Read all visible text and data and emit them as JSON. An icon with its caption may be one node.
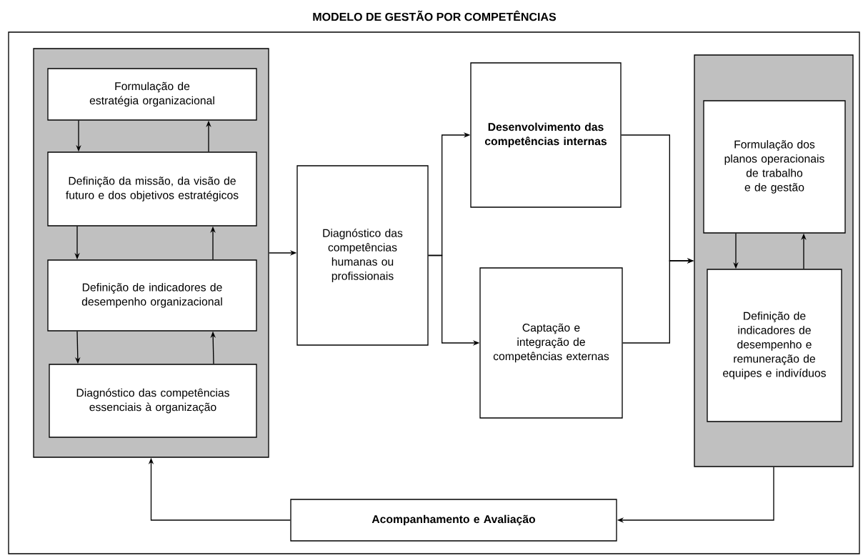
{
  "diagram": {
    "title": "MODELO DE GESTÃO POR COMPETÊNCIAS",
    "nodes": [
      {
        "text": [],
        "shape": "box"
      },
      {
        "text": [
          "Formulação de estratégia organizacional"
        ],
        "in": 0
      },
      {
        "text": [
          "Definição da missão, da visão de futuro e dos objetivos estratégicos"
        ],
        "in": 0
      },
      {
        "text": [
          "Definição de indicadores de desempenho organizacional"
        ],
        "in": 0
      },
      {
        "text": [
          "Diagnóstico das competências essenciais à organização"
        ],
        "in": 0
      },
      {
        "text": [
          "Diagnóstico das competências humanas ou profissionais"
        ]
      },
      {
        "text": [
          "Desenvolvimento das competências internas"
        ]
      },
      {
        "text": [
          "Captação e integração de competências externas"
        ]
      },
      {
        "text": [],
        "shape": "box"
      },
      {
        "text": [
          "Formulação dos planos operacionais de trabalho e de gestão"
        ],
        "in": 8
      },
      {
        "text": [
          "Definição de indicadores de desempenho e remuneração de equipes e indivíduos"
        ],
        "in": 8
      },
      {
        "text": [
          "Acompanhamento e Avaliação"
        ]
      }
    ],
    "edges": [
      {
        "from": 1,
        "to": 2,
        "arrow": "to"
      },
      {
        "from": 2,
        "to": 1,
        "arrow": "to"
      },
      {
        "from": 2,
        "to": 3,
        "arrow": "to"
      },
      {
        "from": 3,
        "to": 2,
        "arrow": "to"
      },
      {
        "from": 3,
        "to": 4,
        "arrow": "to"
      },
      {
        "from": 4,
        "to": 3,
        "arrow": "to"
      },
      {
        "from": 0,
        "to": 5,
        "arrow": "to"
      },
      {
        "from": 5,
        "to": 6,
        "arrow": "to"
      },
      {
        "from": 5,
        "to": 7,
        "arrow": "to"
      },
      {
        "from": 6,
        "to": 8,
        "arrow": "to"
      },
      {
        "from": 7,
        "to": 8,
        "arrow": "to"
      },
      {
        "from": 9,
        "to": 10,
        "arrow": "to"
      },
      {
        "from": 10,
        "to": 9,
        "arrow": "to"
      },
      {
        "from": 8,
        "to": 11,
        "arrow": "to"
      },
      {
        "from": 11,
        "to": 0,
        "arrow": "to"
      }
    ]
  }
}
